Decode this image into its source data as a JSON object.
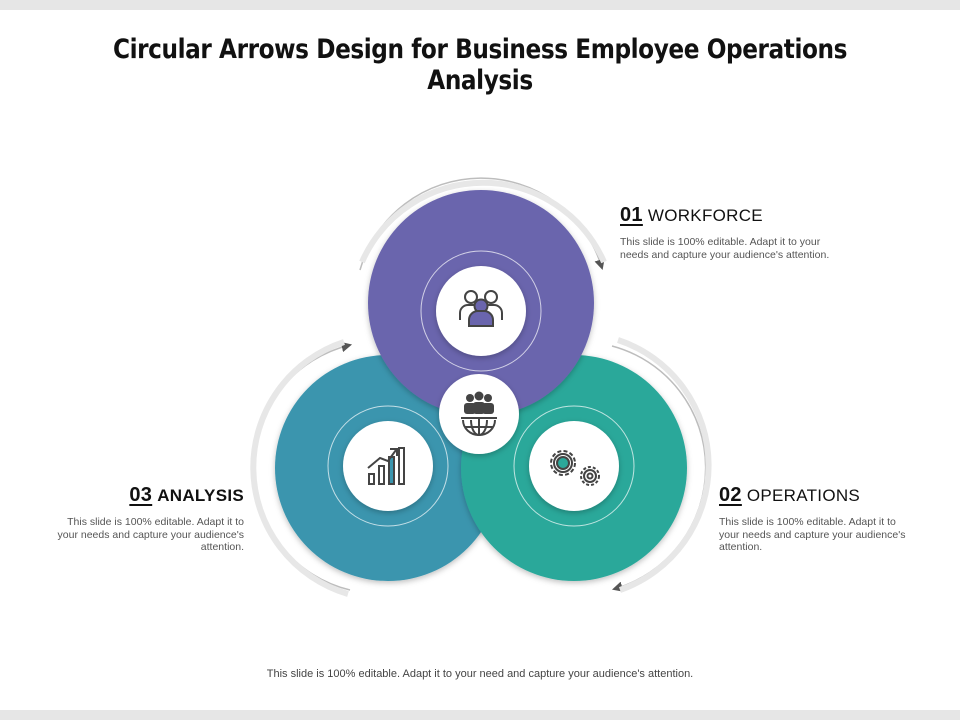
{
  "title": "Circular Arrows Design for Business Employee Operations Analysis",
  "steps": [
    {
      "number": "01",
      "name": "WORKFORCE",
      "description": "This slide is 100% editable. Adapt it to your needs and capture your audience's attention.",
      "color": "#6A65AD",
      "icon": "team-icon"
    },
    {
      "number": "02",
      "name": "OPERATIONS",
      "description": "This slide is 100% editable. Adapt it to your needs and capture your audience's attention.",
      "color": "#2BA89A",
      "icon": "gears-icon"
    },
    {
      "number": "03",
      "name": "ANALYSIS",
      "description": "This slide is 100% editable. Adapt it to your needs and capture your audience's attention.",
      "color": "#3A95AE",
      "icon": "growth-chart-icon"
    }
  ],
  "center_icon": "global-team-icon",
  "footer": "This slide is 100% editable. Adapt it to your need and capture your audience's attention."
}
